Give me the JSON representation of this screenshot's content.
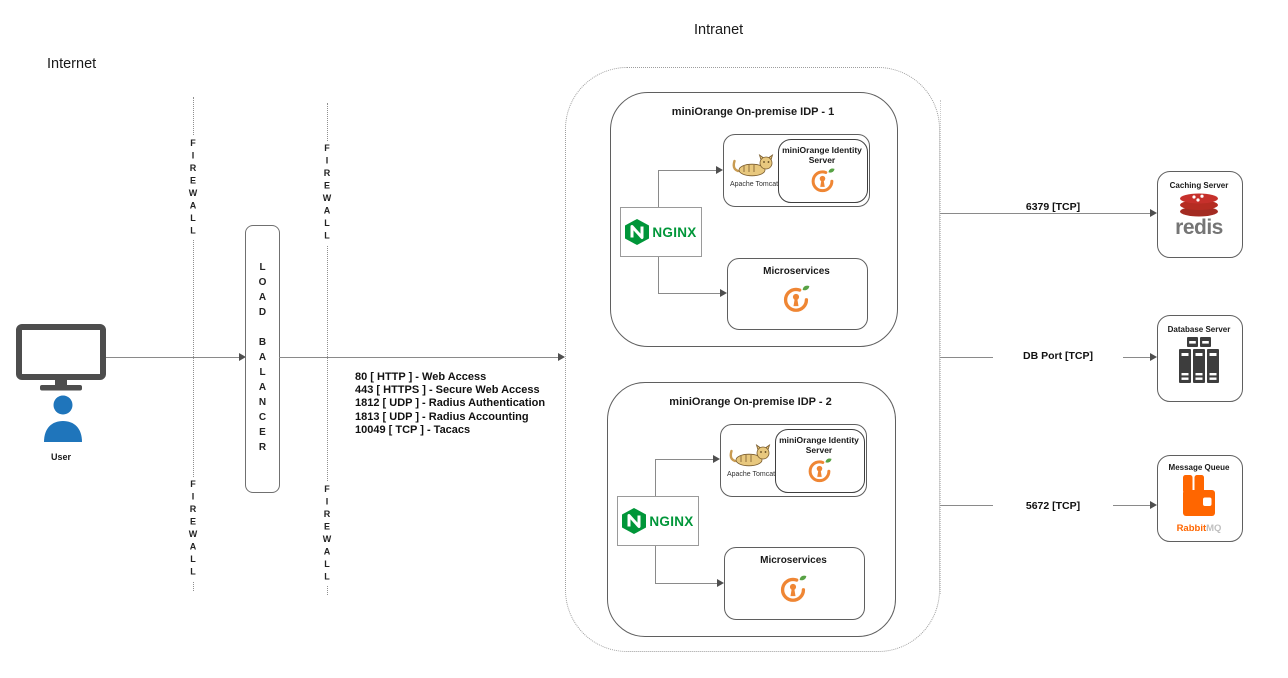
{
  "labels": {
    "internet": "Internet",
    "intranet": "Intranet",
    "user": "User",
    "firewall": "FIREWALL",
    "load_balancer": "LOAD BALANCER"
  },
  "protocols": {
    "lines": [
      "80 [ HTTP ] - Web Access",
      "443 [ HTTPS ] - Secure Web Access",
      "1812 [ UDP ] - Radius Authentication",
      "1813 [ UDP ] - Radius Accounting",
      "10049 [ TCP ] - Tacacs"
    ]
  },
  "idp1": {
    "title": "miniOrange On-premise IDP - 1",
    "tomcat_label": "Apache Tomcat",
    "identity_server_label": "miniOrange Identity Server",
    "nginx_label": "NGINX",
    "microservices_label": "Microservices"
  },
  "idp2": {
    "title": "miniOrange On-premise IDP - 2",
    "tomcat_label": "Apache Tomcat",
    "identity_server_label": "miniOrange Identity Server",
    "nginx_label": "NGINX",
    "microservices_label": "Microservices"
  },
  "connections": {
    "caching": "6379 [TCP]",
    "database": "DB Port [TCP]",
    "message_queue": "5672 [TCP]"
  },
  "servers": {
    "caching": {
      "title": "Caching Server",
      "wordmark": "redis"
    },
    "database": {
      "title": "Database Server"
    },
    "message_queue": {
      "title": "Message Queue",
      "wordmark_primary": "Rabbit",
      "wordmark_secondary": "MQ"
    }
  },
  "colors": {
    "nginx_green": "#009639",
    "miniorange_orange": "#EF8634",
    "leaf_green": "#58A245",
    "redis_red": "#C6302B",
    "rabbitmq_orange": "#FF6600",
    "user_blue": "#1F75BB",
    "monitor_gray": "#4D4D4D",
    "line_gray": "#8A8A8A"
  }
}
